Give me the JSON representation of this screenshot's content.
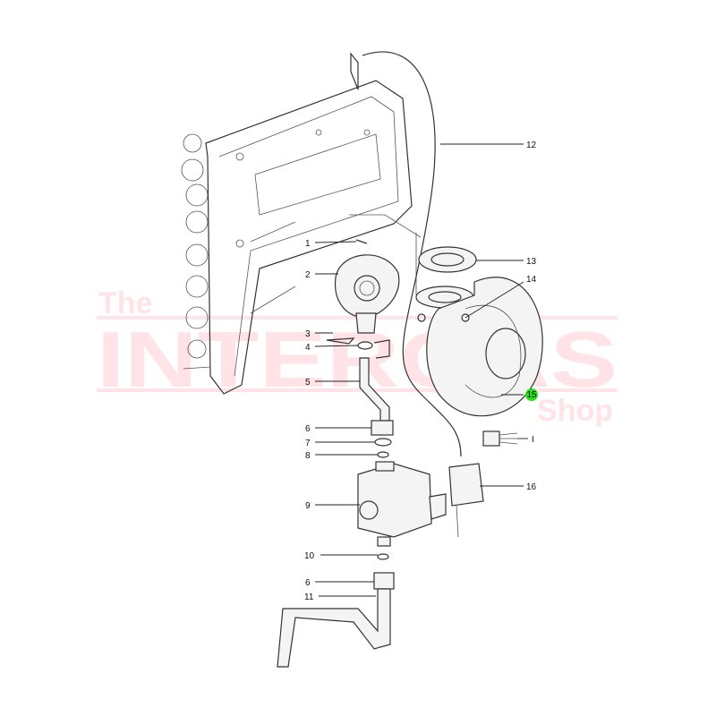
{
  "watermark": {
    "line1": "The",
    "line2": "INTERGAS",
    "line3": "Shop",
    "color": "#ffe3e6"
  },
  "highlight_color": "#22e01a",
  "callouts": [
    {
      "id": "1",
      "label": "1"
    },
    {
      "id": "2",
      "label": "2"
    },
    {
      "id": "3",
      "label": "3"
    },
    {
      "id": "4",
      "label": "4"
    },
    {
      "id": "5",
      "label": "5"
    },
    {
      "id": "6a",
      "label": "6"
    },
    {
      "id": "7",
      "label": "7"
    },
    {
      "id": "8",
      "label": "8"
    },
    {
      "id": "9",
      "label": "9"
    },
    {
      "id": "10",
      "label": "10"
    },
    {
      "id": "6b",
      "label": "6"
    },
    {
      "id": "11",
      "label": "11"
    },
    {
      "id": "12",
      "label": "12"
    },
    {
      "id": "13",
      "label": "13"
    },
    {
      "id": "14",
      "label": "14"
    },
    {
      "id": "15",
      "label": "15",
      "highlighted": true
    },
    {
      "id": "I",
      "label": "I"
    },
    {
      "id": "16",
      "label": "16"
    }
  ]
}
